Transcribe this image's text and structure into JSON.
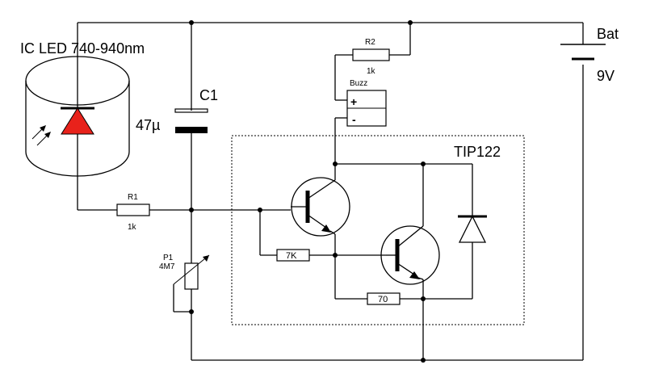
{
  "labels": {
    "ir_led": "IC LED 740-940nm",
    "c1_name": "C1",
    "c1_value": "47µ",
    "r1_name": "R1",
    "r1_value": "1k",
    "r2_name": "R2",
    "r2_value": "1k",
    "buzzer": "Buzz",
    "buzzer_plus": "+",
    "buzzer_minus": "-",
    "p1_name": "P1",
    "p1_value": "4M7",
    "tip122": "TIP122",
    "r_7k": "7K",
    "r_70": "70",
    "battery_name": "Bat",
    "battery_value": "9V"
  },
  "colors": {
    "wire": "#000000",
    "led_triangle": "#e8221b",
    "outline_box": "#000000"
  }
}
